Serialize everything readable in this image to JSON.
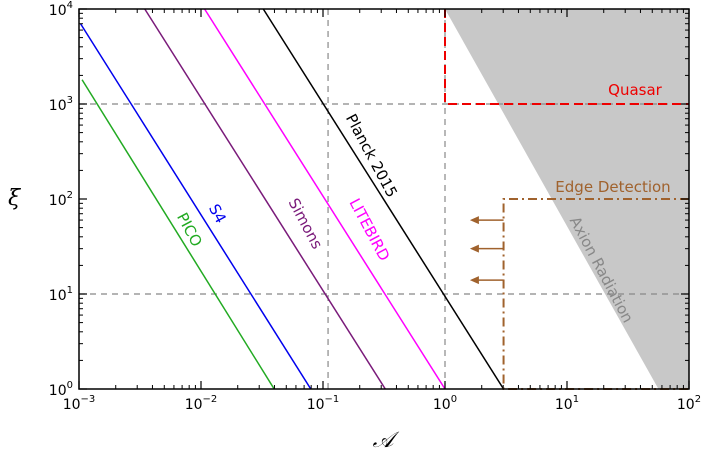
{
  "chart_data": {
    "type": "line",
    "xlabel": "𝒜",
    "ylabel": "ξ",
    "x_scale": "log",
    "y_scale": "log",
    "xlim": [
      0.001,
      100
    ],
    "ylim": [
      1,
      10000
    ],
    "x_ticks": [
      {
        "base": "10",
        "exp": "−3",
        "value": 0.001
      },
      {
        "base": "10",
        "exp": "−2",
        "value": 0.01
      },
      {
        "base": "10",
        "exp": "−1",
        "value": 0.1
      },
      {
        "base": "10",
        "exp": "0",
        "value": 1
      },
      {
        "base": "10",
        "exp": "1",
        "value": 10
      },
      {
        "base": "10",
        "exp": "2",
        "value": 100
      }
    ],
    "y_ticks": [
      {
        "base": "10",
        "exp": "0",
        "value": 1
      },
      {
        "base": "10",
        "exp": "1",
        "value": 10
      },
      {
        "base": "10",
        "exp": "2",
        "value": 100
      },
      {
        "base": "10",
        "exp": "3",
        "value": 1000
      },
      {
        "base": "10",
        "exp": "4",
        "value": 10000
      }
    ],
    "series": [
      {
        "name": "PICO",
        "color": "#22aa22",
        "x": [
          0.00106,
          0.0398
        ],
        "y": [
          1800,
          1
        ]
      },
      {
        "name": "S4",
        "color": "#0000ee",
        "x": [
          0.00103,
          0.0794
        ],
        "y": [
          7000,
          1
        ]
      },
      {
        "name": "Simons",
        "color": "#7a1a7a",
        "x": [
          0.00346,
          0.324
        ],
        "y": [
          10000,
          1
        ]
      },
      {
        "name": "LITEBIRD",
        "color": "#ff00ff",
        "x": [
          0.0107,
          1.0
        ],
        "y": [
          10000,
          1
        ]
      },
      {
        "name": "Planck 2015",
        "color": "#000000",
        "x": [
          0.0324,
          3.02
        ],
        "y": [
          10000,
          1
        ]
      }
    ],
    "regions": [
      {
        "name": "Axion Radiation",
        "color": "#c8c8c8",
        "boundary_x": [
          1.0,
          56.2
        ],
        "boundary_y": [
          10000,
          1
        ]
      }
    ],
    "bounds": [
      {
        "name": "Quasar",
        "color": "#ee0000",
        "style": "dashed",
        "x": [
          1.0,
          1.0,
          100
        ],
        "y": [
          10000,
          1000,
          1000
        ]
      },
      {
        "name": "Edge Detection",
        "color": "#a0622d",
        "style": "dash-dot",
        "x": [
          100,
          3.02,
          3.02,
          100
        ],
        "y": [
          100,
          100,
          1,
          1
        ]
      }
    ],
    "arrows": {
      "color": "#a0622d",
      "x_from": 3.02,
      "x_to": 1.6,
      "y": [
        60,
        30,
        14
      ]
    },
    "reference_lines": {
      "color": "#888888",
      "x": [
        0.11,
        1.0
      ],
      "y": [
        10,
        1000
      ]
    },
    "grid": false
  }
}
